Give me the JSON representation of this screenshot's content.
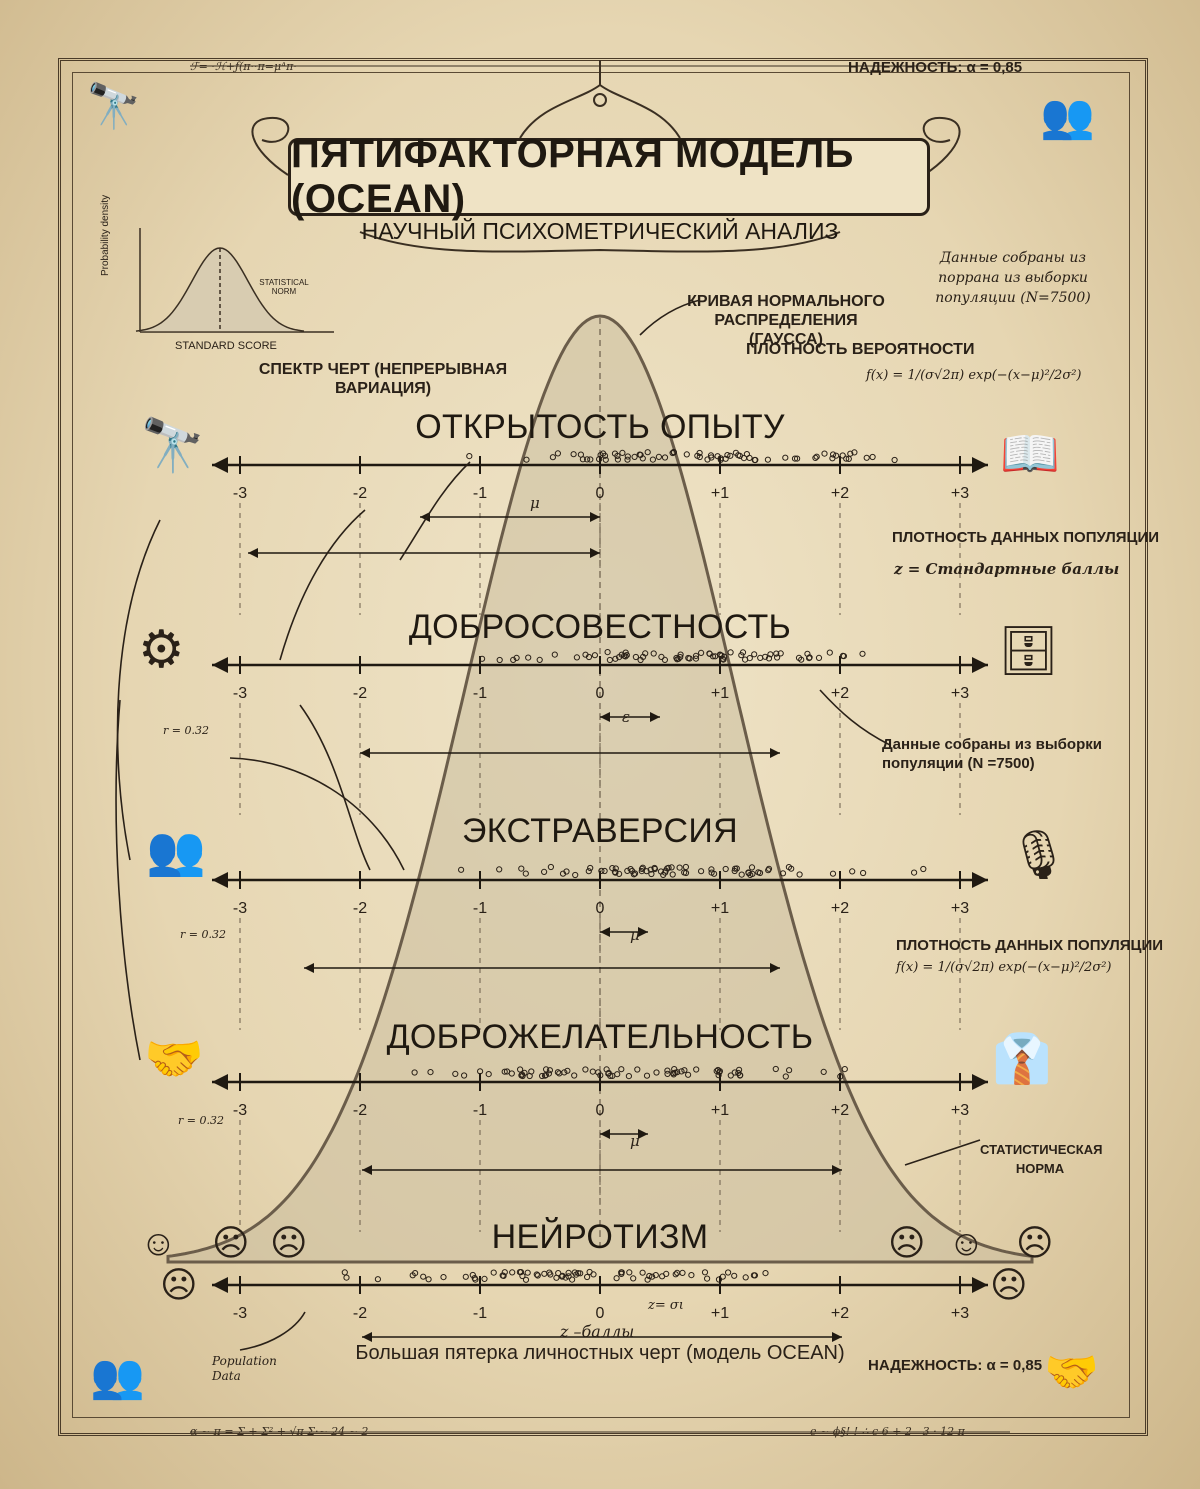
{
  "header": {
    "title": "ПЯТИФАКТОРНАЯ МОДЕЛЬ (OCEAN)",
    "subtitle": "НАУЧНЫЙ ПСИХОМЕТРИЧЕСКИЙ АНАЛИЗ",
    "top_strip_left": "ℱ= ·ℋ+ƒ(π··π=μᴬπ·",
    "top_strip_right": "НАДЕЖНОСТЬ: α = 0,85",
    "handwritten_note": "Данные собраны из поррана из выборки популяции (N=7500)"
  },
  "inset_chart": {
    "ylabel": "Probability density",
    "sublabel": "STATISTICAL NORM",
    "xlabel": "STANDARD SCORE"
  },
  "annotations": {
    "gauss_curve": "КРИВАЯ НОРМАЛЬНОГО РАСПРЕДЕЛЕНИЯ (ГАУССА)",
    "prob_density": "ПЛОТНОСТЬ ВЕРОЯТНОСТИ",
    "formula": "f(x) = 1/(σ√2π) exp(−(x−μ)²/2σ²)",
    "trait_spectrum": "СПЕКТР ЧЕРТ (НЕПРЕРЫВНАЯ ВАРИАЦИЯ)",
    "pop_density_1": "ПЛОТНОСТЬ ДАННЫХ ПОПУЛЯЦИИ",
    "z_scores": "z = Стандартные баллы",
    "data_collected": "Данные собраны из выборки популяции (N =7500)",
    "pop_density_2": "ПЛОТНОСТЬ ДАННЫХ ПОПУЛЯЦИИ",
    "stat_norm": "СТАТИСТИЧЕСКАЯ НОРМА",
    "mu": "μ",
    "eps": "ε",
    "r_value_1": "r = 0.32",
    "r_value_2": "r = 0.32",
    "r_value_3": "r = 0.32",
    "z_eq": "z= σι",
    "z_balls": "z –баллы",
    "reliability_bottom": "НАДЕЖНОСТЬ: α = 0,85",
    "population_data": "Population Data",
    "footer": "Большая пятерка личностных черт (модель OCEAN)"
  },
  "axis_ticks": [
    "-3",
    "-2",
    "-1",
    "0",
    "+1",
    "+2",
    "+3"
  ],
  "traits": [
    {
      "name": "ОТКРЫТОСТЬ ОПЫТУ",
      "icon": "telescope-icon"
    },
    {
      "name": "ДОБРОСОВЕСТНОСТЬ",
      "icon": "gears-icon"
    },
    {
      "name": "ЭКСТРАВЕРСИЯ",
      "icon": "people-talking-icon"
    },
    {
      "name": "ДОБРОЖЕЛАТЕЛЬНОСТЬ",
      "icon": "handshake-icon"
    },
    {
      "name": "НЕЙРОТИЗМ",
      "icon": "faces-icon"
    }
  ],
  "bottom_strip_left": "α ~ π = Σ + Σ² + √π   Σ·~ 24 ~ 2",
  "bottom_strip_right": "e ~ ϕ§! ! ∴ c 6 + 2 - 3 · 12 π"
}
